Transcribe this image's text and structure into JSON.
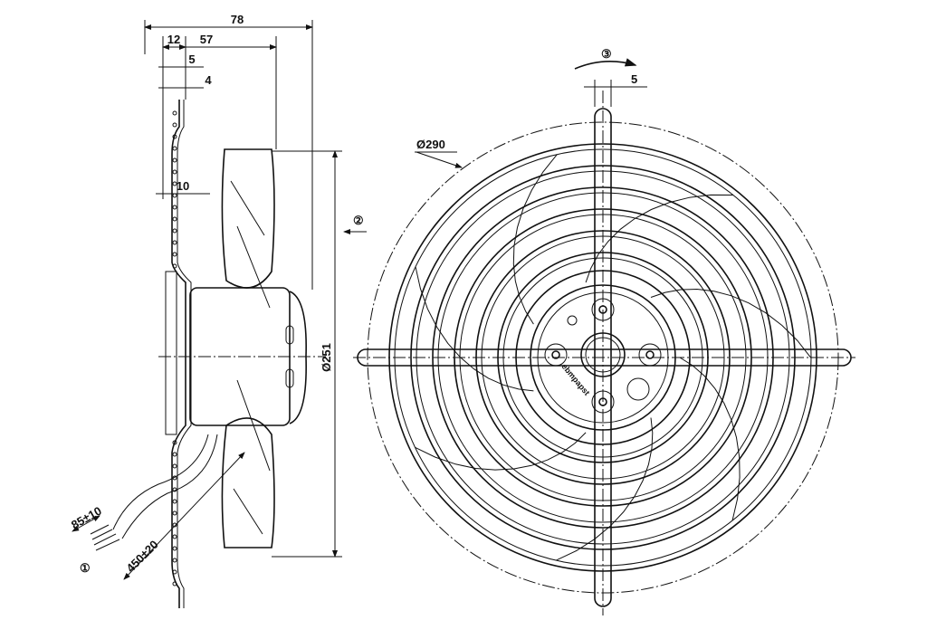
{
  "side_view": {
    "dim_overall_depth": "78",
    "dim_guard_offset": "12",
    "dim_impeller_depth": "57",
    "dim_plate_a": "5",
    "dim_plate_b": "4",
    "dim_flange": "10",
    "dim_impeller_diameter": "Ø251",
    "airflow_marker": "②",
    "cable_marker": "①",
    "dim_strip_length": "85±10",
    "dim_cable_length": "450±20"
  },
  "front_view": {
    "rotation_marker": "③",
    "dim_bar_width": "5",
    "dim_guard_diameter": "Ø290",
    "logo_text": "ebmpapst"
  }
}
